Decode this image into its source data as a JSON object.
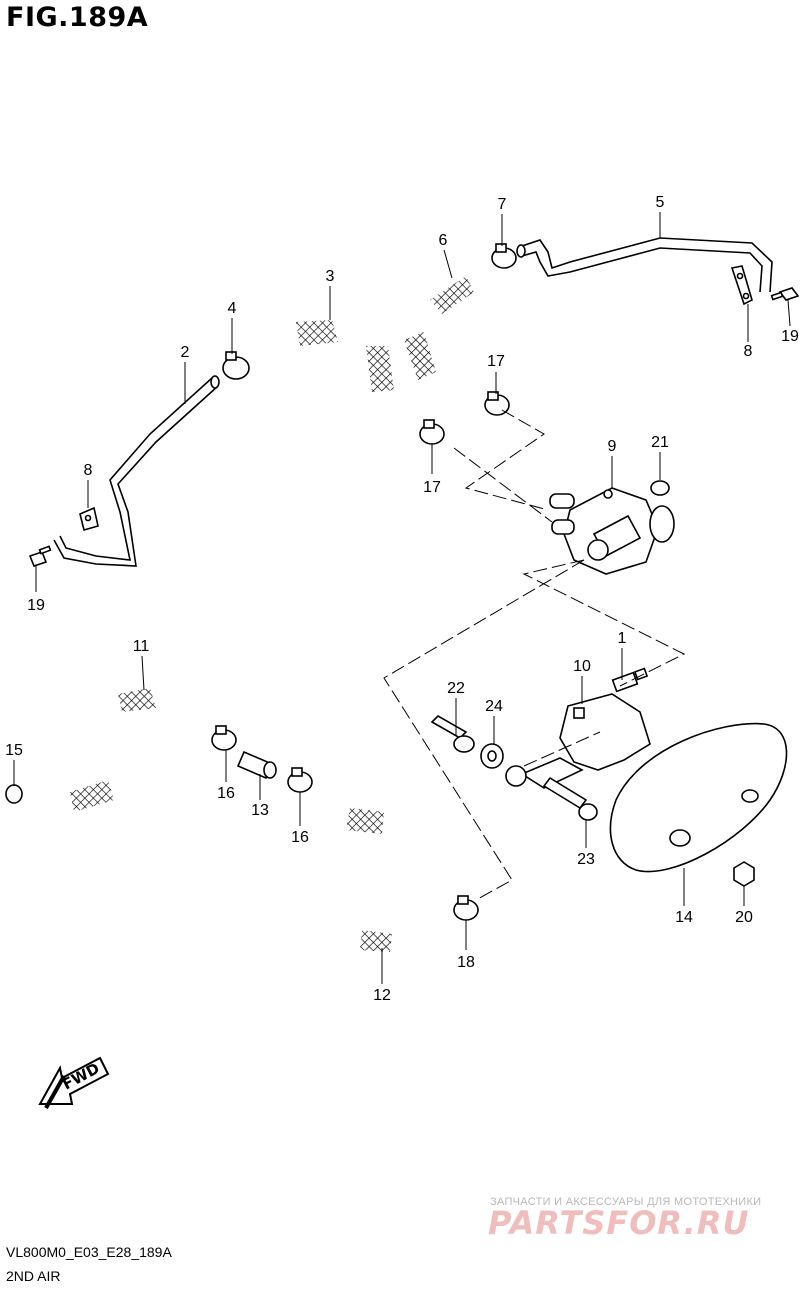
{
  "figure": {
    "title": "FIG.189A",
    "model_code": "VL800M0_E03_E28_189A",
    "section_name": "2ND AIR"
  },
  "callouts": [
    "1",
    "2",
    "3",
    "4",
    "5",
    "6",
    "7",
    "8",
    "8",
    "9",
    "10",
    "11",
    "12",
    "13",
    "14",
    "15",
    "16",
    "16",
    "17",
    "17",
    "18",
    "19",
    "19",
    "20",
    "21",
    "22",
    "23",
    "24"
  ],
  "direction_arrow": {
    "label": "FWD"
  },
  "watermark": {
    "tagline": "ЗАПЧАСТИ И АКСЕССУАРЫ ДЛЯ МОТОТЕХНИКИ",
    "logo": "PARTSFOR.RU"
  }
}
